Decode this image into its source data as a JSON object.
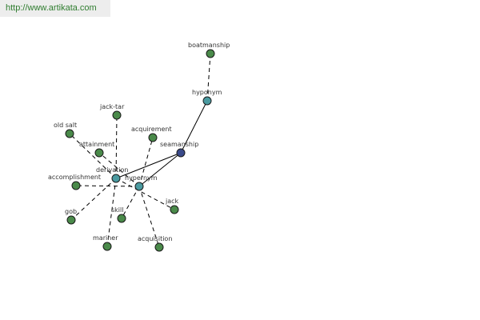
{
  "watermark": {
    "url_text": "http://www.artikata.com"
  },
  "colors": {
    "leaf": "#4a8a4a",
    "relation": "#4a9aa0",
    "center": "#3a4a8a"
  },
  "graph": {
    "nodes": [
      {
        "id": "boatmanship",
        "label": "boatmanship",
        "kind": "leaf"
      },
      {
        "id": "hyponym",
        "label": "hyponym",
        "kind": "relation"
      },
      {
        "id": "seamanship",
        "label": "seamanship",
        "kind": "center"
      },
      {
        "id": "hypernym",
        "label": "hypernym",
        "kind": "relation"
      },
      {
        "id": "derivation",
        "label": "derivation",
        "kind": "relation"
      },
      {
        "id": "jack-tar",
        "label": "jack-tar",
        "kind": "leaf"
      },
      {
        "id": "old-salt",
        "label": "old salt",
        "kind": "leaf"
      },
      {
        "id": "acquirement",
        "label": "acquirement",
        "kind": "leaf"
      },
      {
        "id": "attainment",
        "label": "attainment",
        "kind": "leaf"
      },
      {
        "id": "accomplishment",
        "label": "accomplishment",
        "kind": "leaf"
      },
      {
        "id": "jack",
        "label": "jack",
        "kind": "leaf"
      },
      {
        "id": "gob",
        "label": "gob",
        "kind": "leaf"
      },
      {
        "id": "skill",
        "label": "skill",
        "kind": "leaf"
      },
      {
        "id": "mariner",
        "label": "mariner",
        "kind": "leaf"
      },
      {
        "id": "acquisition",
        "label": "acquisition",
        "kind": "leaf"
      }
    ],
    "edges": [
      {
        "from": "boatmanship",
        "to": "hyponym",
        "style": "dashed"
      },
      {
        "from": "hyponym",
        "to": "seamanship",
        "style": "solid"
      },
      {
        "from": "seamanship",
        "to": "hypernym",
        "style": "solid"
      },
      {
        "from": "seamanship",
        "to": "derivation",
        "style": "solid"
      },
      {
        "from": "derivation",
        "to": "jack-tar",
        "style": "dashed"
      },
      {
        "from": "derivation",
        "to": "old-salt",
        "style": "dashed"
      },
      {
        "from": "derivation",
        "to": "gob",
        "style": "dashed"
      },
      {
        "from": "derivation",
        "to": "mariner",
        "style": "dashed"
      },
      {
        "from": "derivation",
        "to": "jack",
        "style": "dashed"
      },
      {
        "from": "hypernym",
        "to": "acquirement",
        "style": "dashed"
      },
      {
        "from": "hypernym",
        "to": "attainment",
        "style": "dashed"
      },
      {
        "from": "hypernym",
        "to": "accomplishment",
        "style": "dashed"
      },
      {
        "from": "hypernym",
        "to": "skill",
        "style": "dashed"
      },
      {
        "from": "hypernym",
        "to": "acquisition",
        "style": "dashed"
      }
    ]
  }
}
